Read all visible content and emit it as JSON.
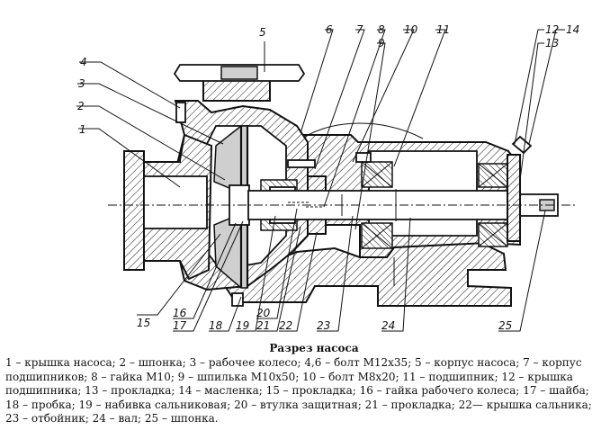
{
  "callouts": [
    "1",
    "2",
    "3",
    "4",
    "5",
    "6",
    "7",
    "8",
    "9",
    "10",
    "11",
    "12",
    "13",
    "14",
    "15",
    "16",
    "17",
    "18",
    "19",
    "20",
    "21",
    "22",
    "23",
    "24",
    "25"
  ],
  "caption": {
    "title": "Разрез насоса",
    "text": "1 – крышка насоса; 2 – шпонка; 3 – рабочее колесо; 4,6 – болт М12х35; 5 – корпус насоса; 7 – корпус подшипников; 8 – гайка М10; 9 – шпилька М10х50; 10 – болт М8х20; 11 – подшипник; 12 – крышка подшипника; 13 – прокладка; 14 – масленка; 15 – прокладка; 16 – гайка рабочего колеса; 17 – шайба; 18 – пробка; 19 – набивка сальниковая; 20 – втулка защитная; 21 – прокладка; 22— крышка сальника; 23 – отбойник; 24 – вал; 25 – шпонка."
  }
}
